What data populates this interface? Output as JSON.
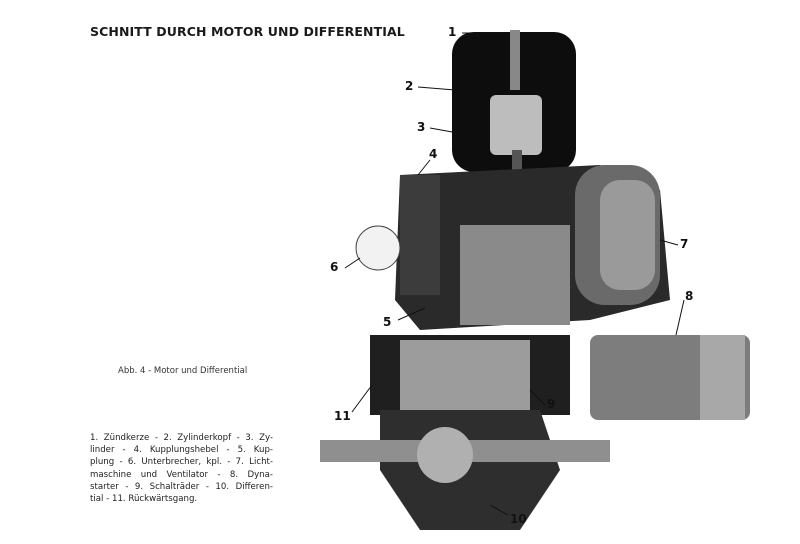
{
  "title": "SCHNITT DURCH MOTOR UND DIFFERENTIAL",
  "caption": "Abb. 4 - Motor und Differential",
  "legend_lines": [
    "1. Zündkerze - 2. Zylinderkopf - 3. Zy-",
    "linder - 4. Kupplungshebel - 5. Kup-",
    "plung - 6. Unterbrecher, kpl. - 7. Licht-",
    "maschine und Ventilator - 8. Dyna-",
    "starter - 9. Schalträder - 10. Differen-",
    "tial - 11. Rückwärtsgang."
  ],
  "callouts": {
    "c1": "1",
    "c2": "2",
    "c3": "3",
    "c4": "4",
    "c5": "5",
    "c6": "6",
    "c7": "7",
    "c8": "8",
    "c9": "9",
    "c10": "10",
    "c11": "11"
  }
}
